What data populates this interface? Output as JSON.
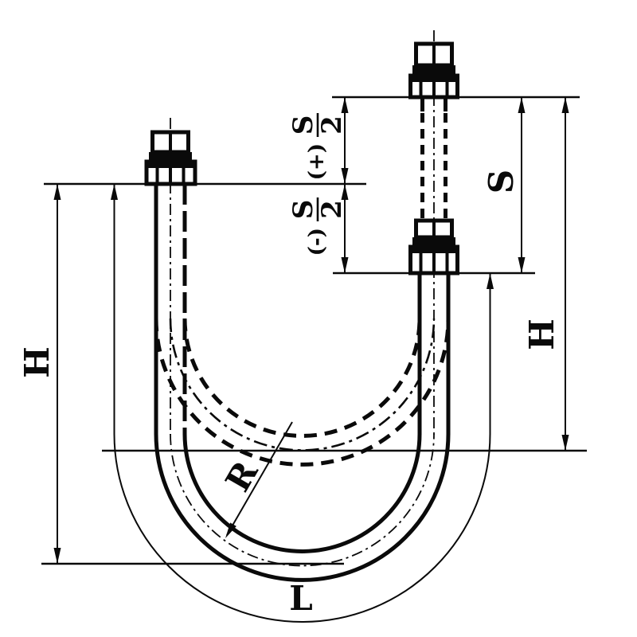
{
  "drawing": {
    "labels": {
      "height_left": "H",
      "height_right": "H",
      "spread_total": "S",
      "half_plus_numerator": "S",
      "half_plus_denominator": "2",
      "half_plus_sign": "(+)",
      "half_minus_numerator": "S",
      "half_minus_denominator": "2",
      "half_minus_sign": "(-)",
      "bend_radius": "R",
      "developed_length": "L"
    }
  }
}
